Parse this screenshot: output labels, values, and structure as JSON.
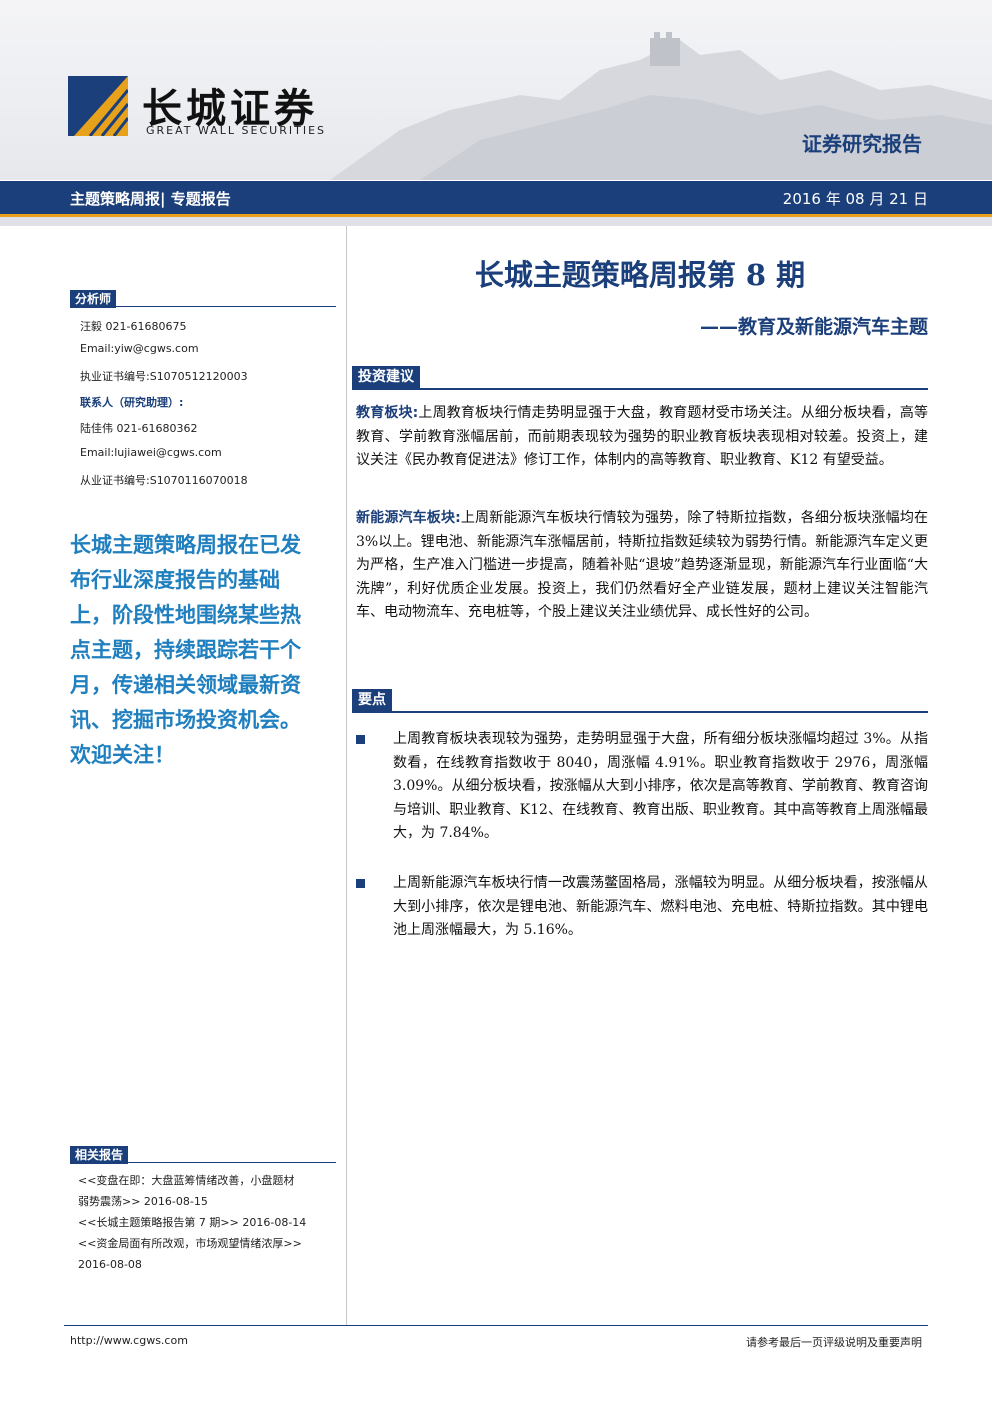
{
  "header": {
    "logo_cn": "长城证券",
    "logo_en": "GREAT WALL SECURITIES",
    "report_type": "证券研究报告"
  },
  "bar": {
    "category": "主题策略周报| 专题报告",
    "date": "2016 年 08 月 21 日"
  },
  "title": {
    "main": "长城主题策略周报第 8 期",
    "subtitle": "——教育及新能源汽车主题"
  },
  "sidebar": {
    "analyst_header": "分析师",
    "analyst_lines": [
      "汪毅 021-61680675",
      "Email:yiw@cgws.com",
      "执业证书编号:S1070512120003"
    ],
    "contact_label": "联系人（研究助理）:",
    "contact_lines": [
      "陆佳伟 021-61680362",
      "Email:lujiawei@cgws.com",
      "从业证书编号:S1070116070018"
    ],
    "promo": [
      "长城主题策略周报在已发",
      "布行业深度报告的基础",
      "上，阶段性地围绕某些热",
      "点主题，持续跟踪若干个",
      "月，传递相关领域最新资",
      "讯、挖掘市场投资机会。",
      "欢迎关注！"
    ],
    "related_header": "相关报告",
    "related": [
      "<<变盘在即：大盘蓝筹情绪改善，小盘题材",
      "弱势震荡>> 2016-08-15",
      "<<长城主题策略报告第 7 期>> 2016-08-14",
      "<<资金局面有所改观，市场观望情绪浓厚>>",
      "2016-08-08"
    ]
  },
  "sections": {
    "investment_header": "投资建议",
    "edu_label": "教育板块:",
    "edu_text": "上周教育板块行情走势明显强于大盘，教育题材受市场关注。从细分板块看，高等教育、学前教育涨幅居前，而前期表现较为强势的职业教育板块表现相对较差。投资上，建议关注《民办教育促进法》修订工作，体制内的高等教育、职业教育、K12 有望受益。",
    "nev_label": "新能源汽车板块:",
    "nev_text": "上周新能源汽车板块行情较为强势，除了特斯拉指数，各细分板块涨幅均在 3%以上。锂电池、新能源汽车涨幅居前，特斯拉指数延续较为弱势行情。新能源汽车定义更为严格，生产准入门槛进一步提高，随着补贴“退坡”趋势逐渐显现，新能源汽车行业面临“大洗牌”，利好优质企业发展。投资上，我们仍然看好全产业链发展，题材上建议关注智能汽车、电动物流车、充电桩等，个股上建议关注业绩优异、成长性好的公司。",
    "key_header": "要点",
    "bullets": [
      "上周教育板块表现较为强势，走势明显强于大盘，所有细分板块涨幅均超过 3%。从指数看，在线教育指数收于 8040，周涨幅 4.91%。职业教育指数收于 2976，周涨幅 3.09%。从细分板块看，按涨幅从大到小排序，依次是高等教育、学前教育、教育咨询与培训、职业教育、K12、在线教育、教育出版、职业教育。其中高等教育上周涨幅最大，为 7.84%。",
      "上周新能源汽车板块行情一改震荡鳖固格局，涨幅较为明显。从细分板块看，按涨幅从大到小排序，依次是锂电池、新能源汽车、燃料电池、充电桩、特斯拉指数。其中锂电池上周涨幅最大，为 5.16%。"
    ]
  },
  "footer": {
    "url": "http://www.cgws.com",
    "note": "请参考最后一页评级说明及重要声明"
  },
  "colors": {
    "brand_blue": "#1b3f7a",
    "accent_gold": "#e7a11a",
    "promo_blue": "#1f7fbf"
  }
}
